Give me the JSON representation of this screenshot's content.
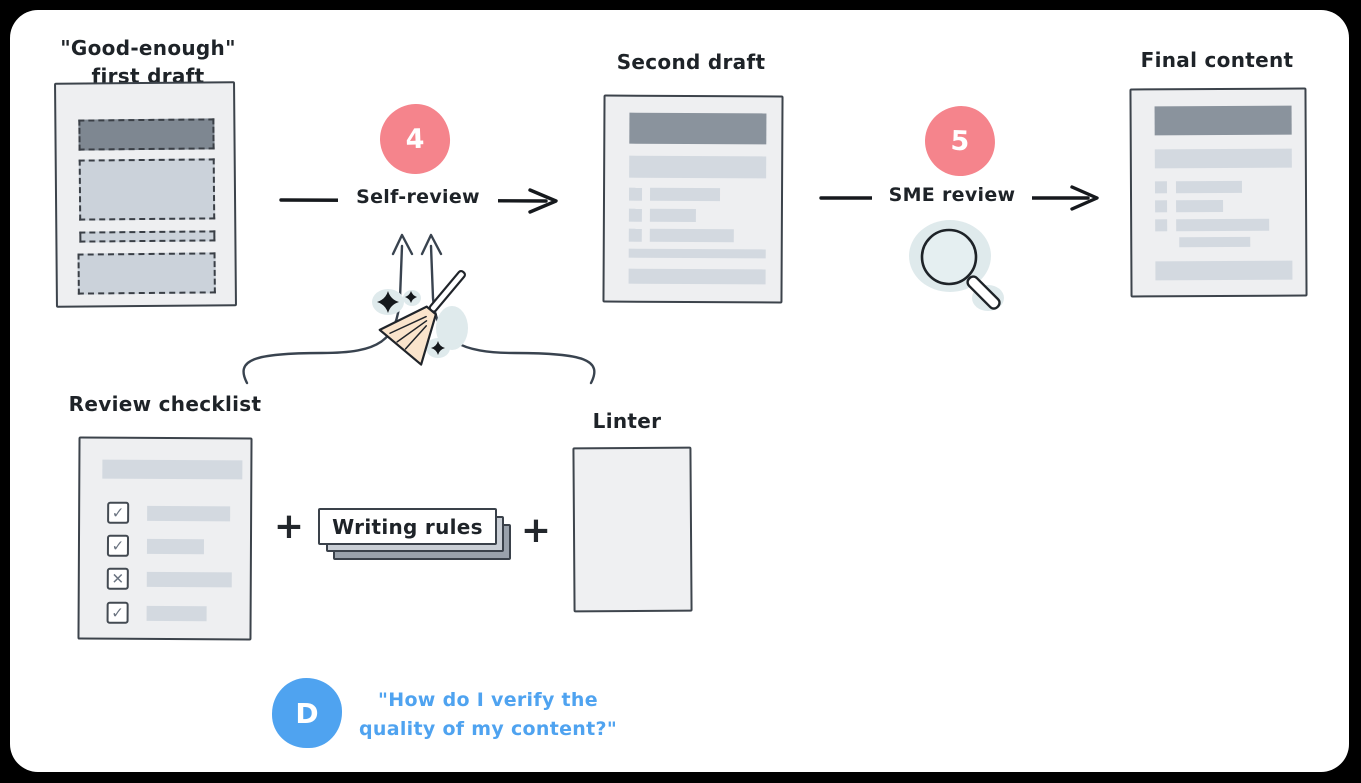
{
  "diagram": {
    "documents": {
      "first_draft": {
        "title_line1": "\"Good-enough\"",
        "title_line2": "first draft"
      },
      "second_draft": {
        "title": "Second draft"
      },
      "final_content": {
        "title": "Final content"
      }
    },
    "steps": [
      {
        "number": "4",
        "label": "Self-review"
      },
      {
        "number": "5",
        "label": "SME review"
      }
    ],
    "checklist": {
      "title": "Review checklist",
      "marks": [
        "✓",
        "✓",
        "✕",
        "✓"
      ]
    },
    "writing_rules": {
      "label": "Writing rules"
    },
    "linter": {
      "title": "Linter"
    },
    "operators": {
      "plus_left": "+",
      "plus_right": "+"
    },
    "persona": {
      "initial": "D",
      "quote_line1": "\"How do I verify the",
      "quote_line2": "quality of my content?\""
    },
    "colors": {
      "step_badge": "#F5848C",
      "persona_badge": "#4FA3F0",
      "quote_text": "#4FA3F0",
      "page_fill": "#EEEFF1",
      "bar_dark": "#8A939D",
      "bar_light": "#D3D9E0",
      "ink": "#1E2328"
    }
  }
}
